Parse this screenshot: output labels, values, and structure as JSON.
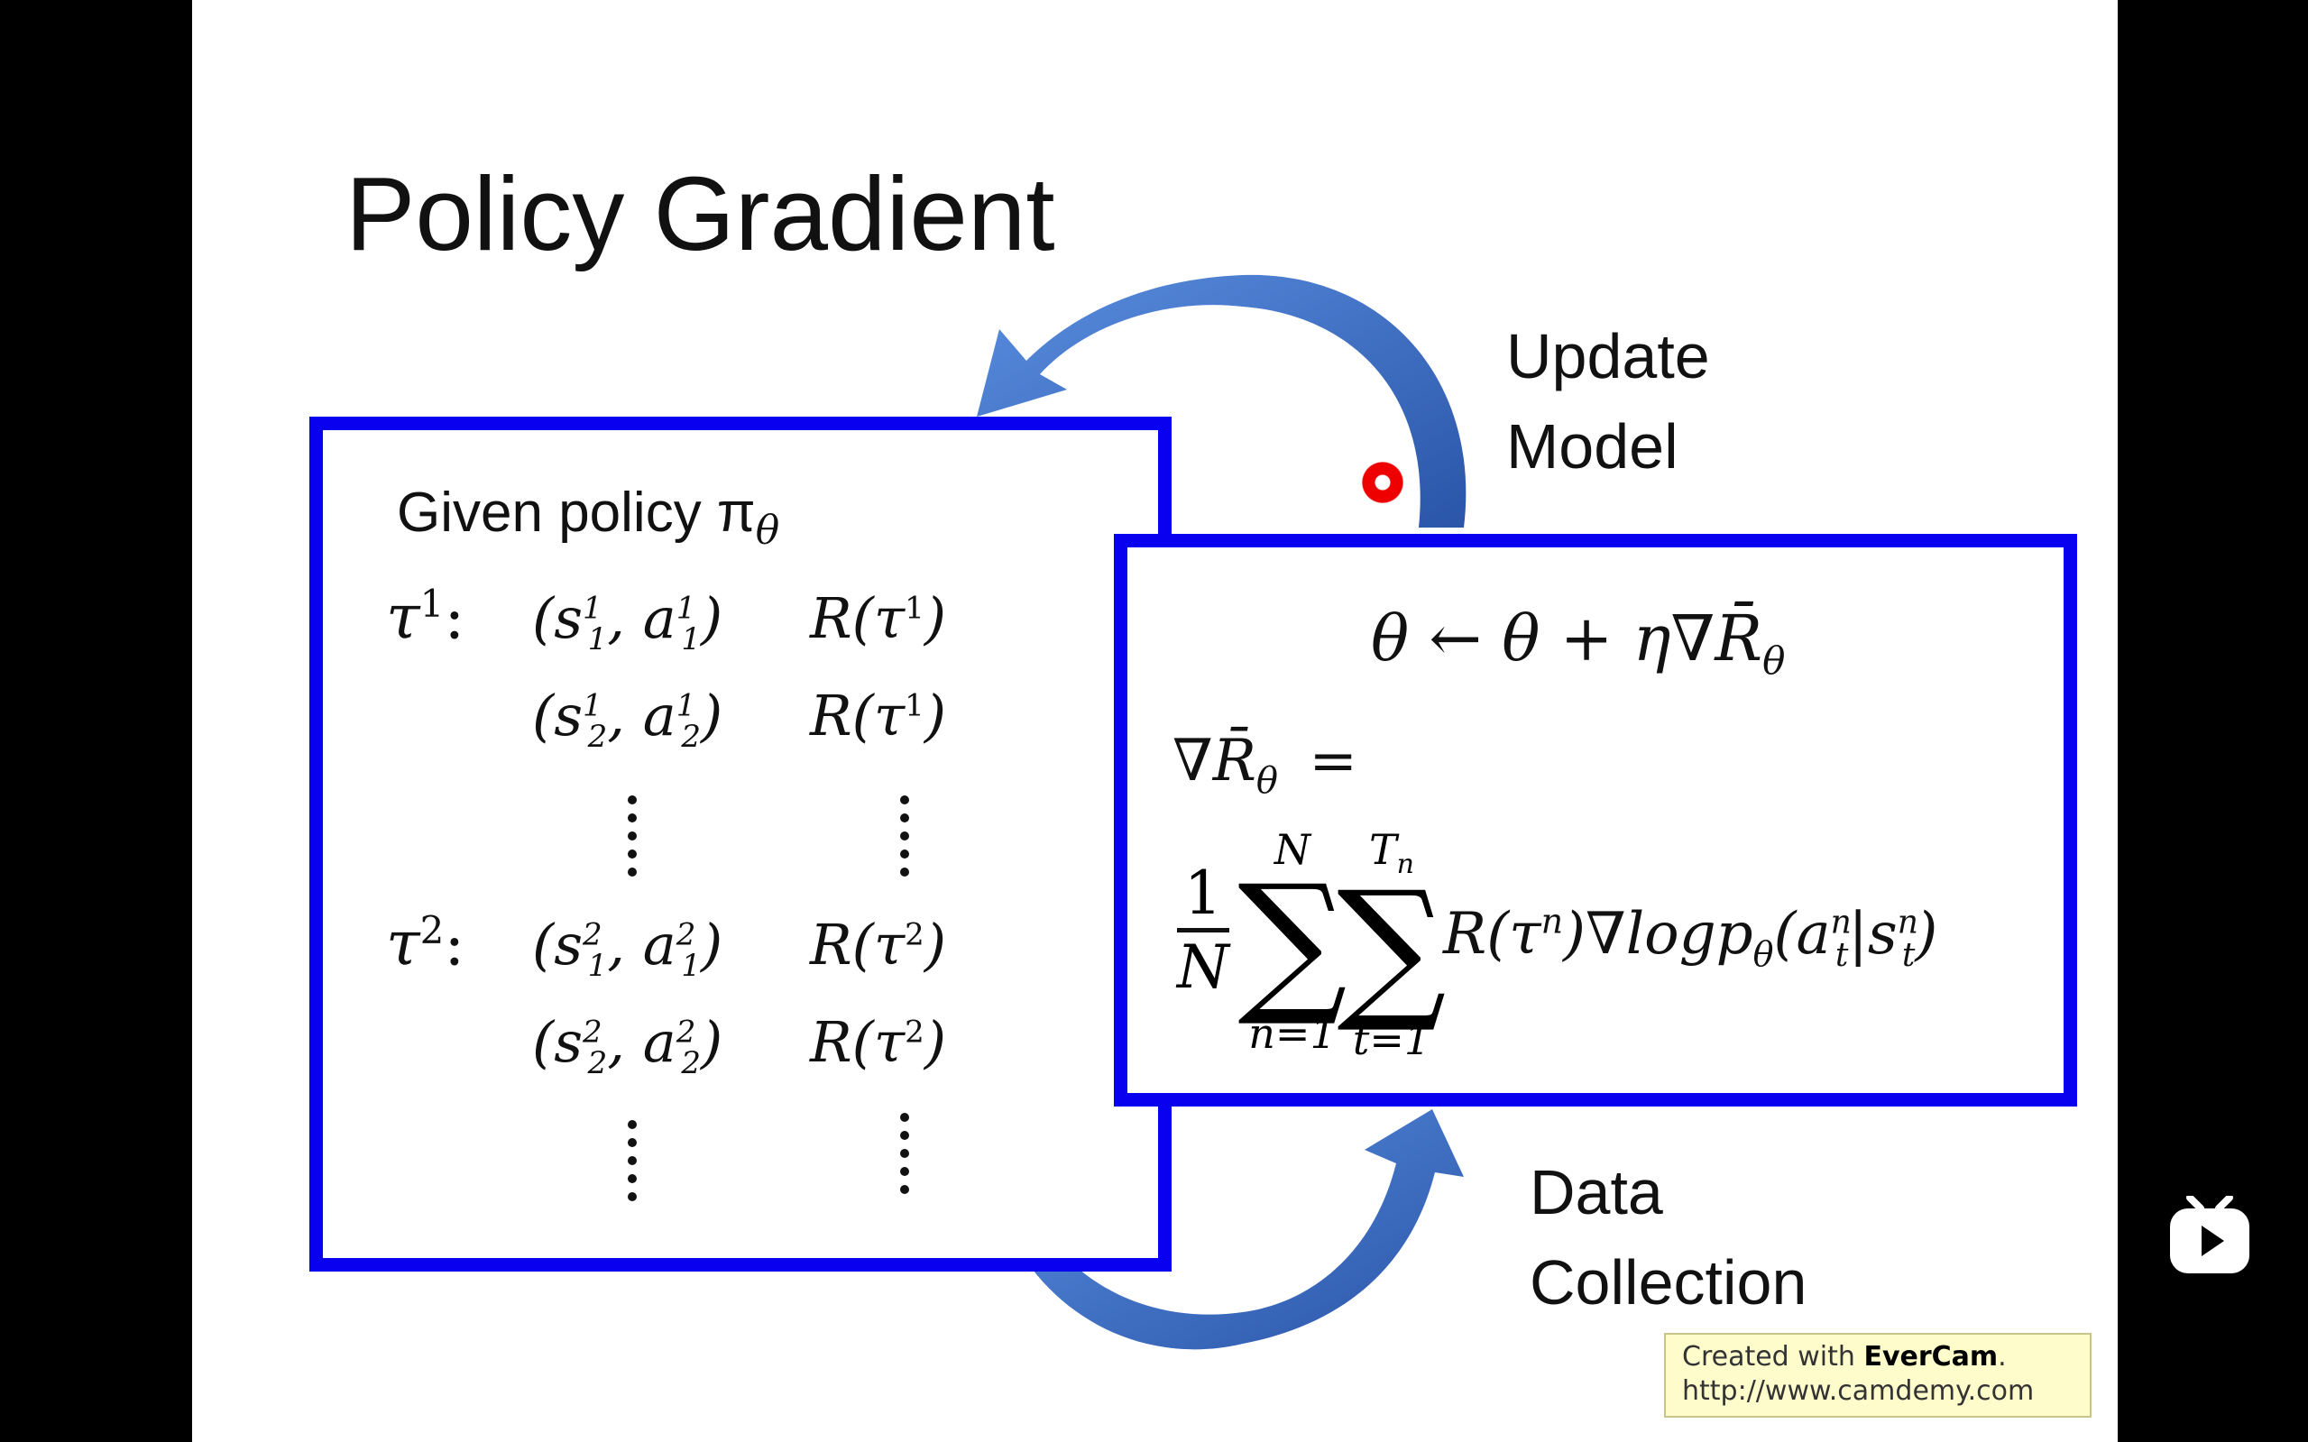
{
  "slide": {
    "title": "Policy Gradient",
    "left_box": {
      "given": "Given policy π",
      "given_sub": "θ",
      "rows": [
        {
          "tau": "τ",
          "tau_sup": "1",
          "colon": ":",
          "pair": "(s",
          "s_sup": "1",
          "s_sub": "1",
          "a": ", a",
          "a_sup": "1",
          "a_sub": "1",
          "close": ")",
          "reward": "R(τ",
          "r_sup": "1",
          "r_close": ")"
        },
        {
          "pair": "(s",
          "s_sup": "1",
          "s_sub": "2",
          "a": ", a",
          "a_sup": "1",
          "a_sub": "2",
          "close": ")",
          "reward": "R(τ",
          "r_sup": "1",
          "r_close": ")"
        },
        {
          "tau": "τ",
          "tau_sup": "2",
          "colon": ":",
          "pair": "(s",
          "s_sup": "2",
          "s_sub": "1",
          "a": ", a",
          "a_sup": "2",
          "a_sub": "1",
          "close": ")",
          "reward": "R(τ",
          "r_sup": "2",
          "r_close": ")"
        },
        {
          "pair": "(s",
          "s_sup": "2",
          "s_sub": "2",
          "a": ", a",
          "a_sup": "2",
          "a_sub": "2",
          "close": ")",
          "reward": "R(τ",
          "r_sup": "2",
          "r_close": ")"
        }
      ]
    },
    "right_box": {
      "update_rule": "θ ← θ + η∇R̄",
      "update_sub": "θ",
      "grad_lhs": "∇R̄",
      "grad_lhs_sub": "θ",
      "grad_eq": "=",
      "frac_num": "1",
      "frac_den": "N",
      "sum1_sup": "N",
      "sum1_sub": "n=1",
      "sum2_sup": "T",
      "sum2_sup_sub": "n",
      "sum2_sub": "t=1",
      "sum_symbol": "∑",
      "term": "R(τ",
      "term_sup": "n",
      "term_mid": ")∇logp",
      "term_sub": "θ",
      "term_a": "(a",
      "term_a_sup": "n",
      "term_a_sub": "t",
      "term_bar": "|s",
      "term_s_sup": "n",
      "term_s_sub": "t",
      "term_close": ")"
    },
    "update_label_1": "Update",
    "update_label_2": "Model",
    "data_label_1": "Data",
    "data_label_2": "Collection",
    "watermark_prefix": "Created with ",
    "watermark_brand": "EverCam",
    "watermark_suffix": ".",
    "watermark_url": "http://www.camdemy.com"
  },
  "colors": {
    "box_border": "#0a00f0",
    "arrow": "#3b6fc4",
    "background": "#000000",
    "slide": "#ffffff"
  },
  "icons": {
    "player": "play-icon",
    "pointer": "laser-pointer"
  }
}
